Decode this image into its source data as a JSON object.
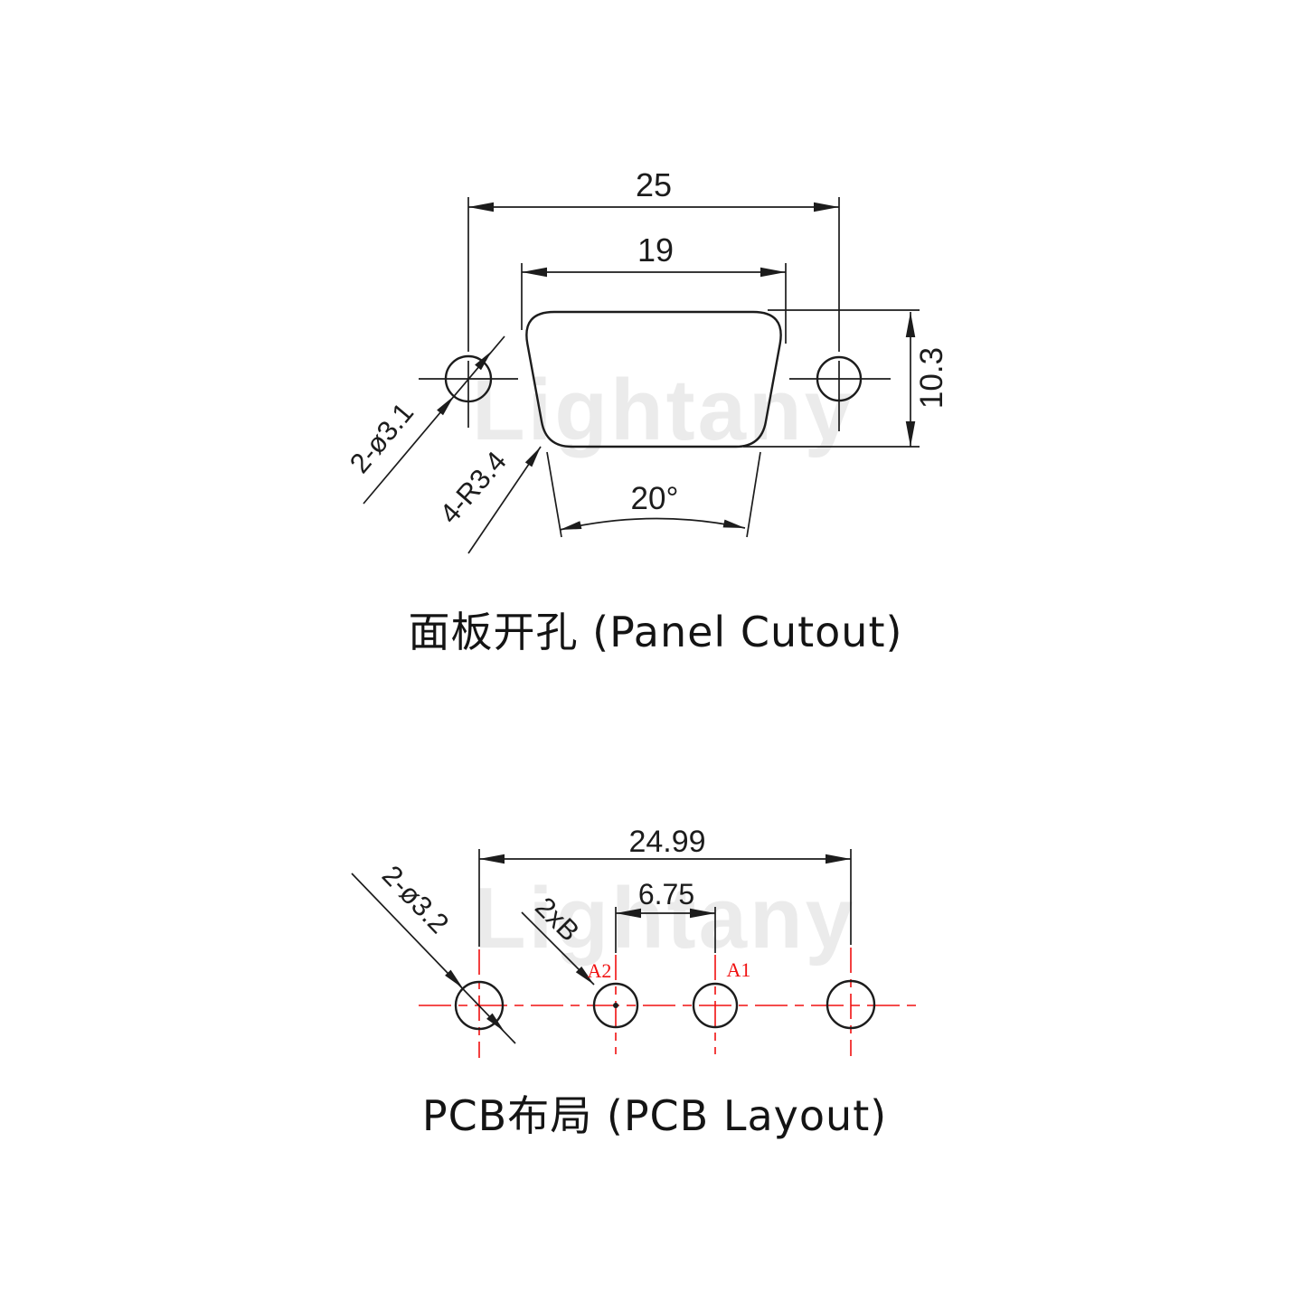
{
  "watermark": {
    "text": "Lightany",
    "color": "#ebebeb"
  },
  "panel": {
    "title": "面板开孔 (Panel Cutout)",
    "dims": {
      "width_outer": "25",
      "width_inner": "19",
      "height": "10.3",
      "angle": "20°",
      "mount_holes": "2-ø3.1",
      "corner_radius": "4-R3.4"
    }
  },
  "pcb": {
    "title": "PCB布局 (PCB Layout)",
    "dims": {
      "mount_spacing": "24.99",
      "pin_spacing": "6.75",
      "mount_holes": "2-ø3.2",
      "pin_size": "2xB"
    },
    "pins": {
      "a2": "A2",
      "a1": "A1"
    },
    "accent_color": "#f01010",
    "line_color": "#1c1c1c"
  }
}
